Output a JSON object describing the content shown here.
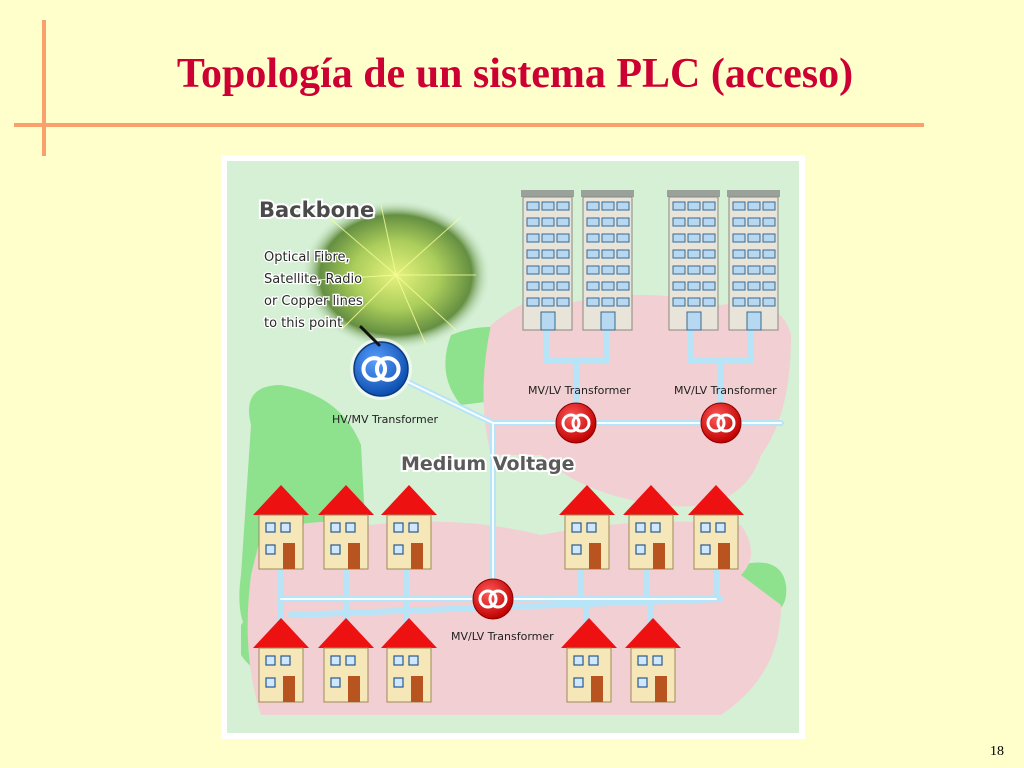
{
  "slide": {
    "title": "Topología de un sistema PLC (acceso)",
    "page_number": "18"
  },
  "diagram": {
    "backbone_heading": "Backbone",
    "backbone_description": [
      "Optical Fibre,",
      "Satellite, Radio",
      "or Copper lines",
      "to this point"
    ],
    "hv_mv_label": "HV/MV Transformer",
    "mv_lv_label_left": "MV/LV Transformer",
    "mv_lv_label_right": "MV/LV Transformer",
    "mv_lv_label_bottom": "MV/LV Transformer",
    "medium_voltage_label": "Medium Voltage"
  },
  "colors": {
    "title": "#CC0033",
    "accent_lines": "#F9A06C",
    "background": "#FFFFCC",
    "diagram_bg": "#D5F0D5",
    "green_zone": "#8EE28E",
    "pink_zone": "#F2CFD2",
    "cable": "#B8E4F8",
    "hv_transformer": "#1A66CC",
    "mv_transformer": "#DD1111",
    "roof": "#EE1111",
    "house_wall": "#F5E7B8",
    "door": "#B85420"
  }
}
